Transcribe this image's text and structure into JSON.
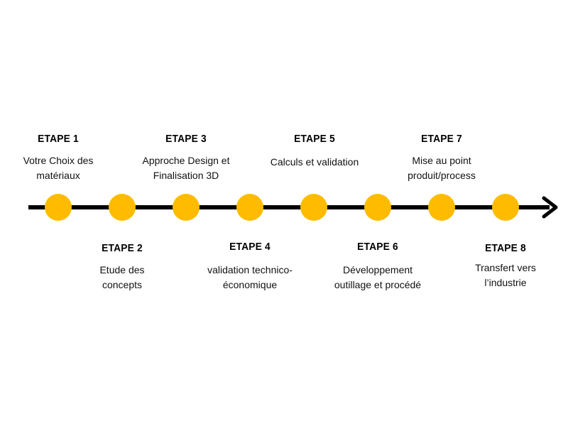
{
  "timeline": {
    "accent_color": "#FFBB00",
    "line_color": "#000000",
    "steps": [
      {
        "title": "ETAPE 1",
        "description": "Votre Choix des\nmatériaux"
      },
      {
        "title": "ETAPE 2",
        "description": "Etude des\nconcepts"
      },
      {
        "title": "ETAPE 3",
        "description": "Approche Design et\nFinalisation 3D"
      },
      {
        "title": "ETAPE 4",
        "description": "validation technico-\néconomique"
      },
      {
        "title": "ETAPE 5",
        "description": "Calculs et validation"
      },
      {
        "title": "ETAPE 6",
        "description": "Développement\noutillage et procédé"
      },
      {
        "title": "ETAPE 7",
        "description": "Mise au point\nproduit/process"
      },
      {
        "title": "ETAPE 8",
        "description": "Transfert vers\nl’industrie"
      }
    ]
  }
}
